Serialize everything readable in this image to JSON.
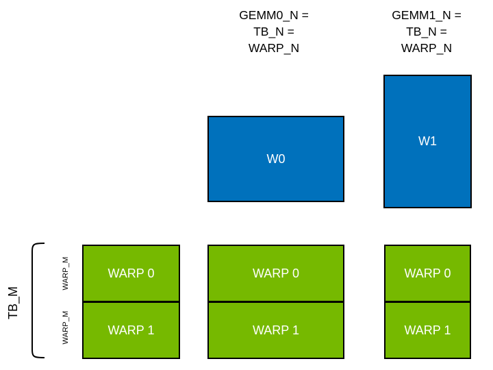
{
  "colors": {
    "nvidia_green": "#76B900",
    "blue": "#0071BC",
    "border": "#000000",
    "box_text": "#FFFFFF",
    "label_text": "#000000",
    "background": "#FFFFFF"
  },
  "headers": [
    {
      "text": "GEMM0_N =\nTB_N =\nWARP_N"
    },
    {
      "text": "GEMM1_N =\nTB_N =\nWARP_N"
    }
  ],
  "accumulator_tiles": [
    {
      "label": "W0"
    },
    {
      "label": "W1"
    }
  ],
  "left_axis": {
    "bracket_label": "TB_M",
    "row_labels": [
      "WARP_M",
      "WARP_M"
    ]
  },
  "warp_tile_columns": [
    {
      "cells": [
        {
          "label": "WARP 0"
        },
        {
          "label": "WARP 1"
        }
      ]
    },
    {
      "cells": [
        {
          "label": "WARP 0"
        },
        {
          "label": "WARP 1"
        }
      ]
    },
    {
      "cells": [
        {
          "label": "WARP 0"
        },
        {
          "label": "WARP 1"
        }
      ]
    }
  ]
}
